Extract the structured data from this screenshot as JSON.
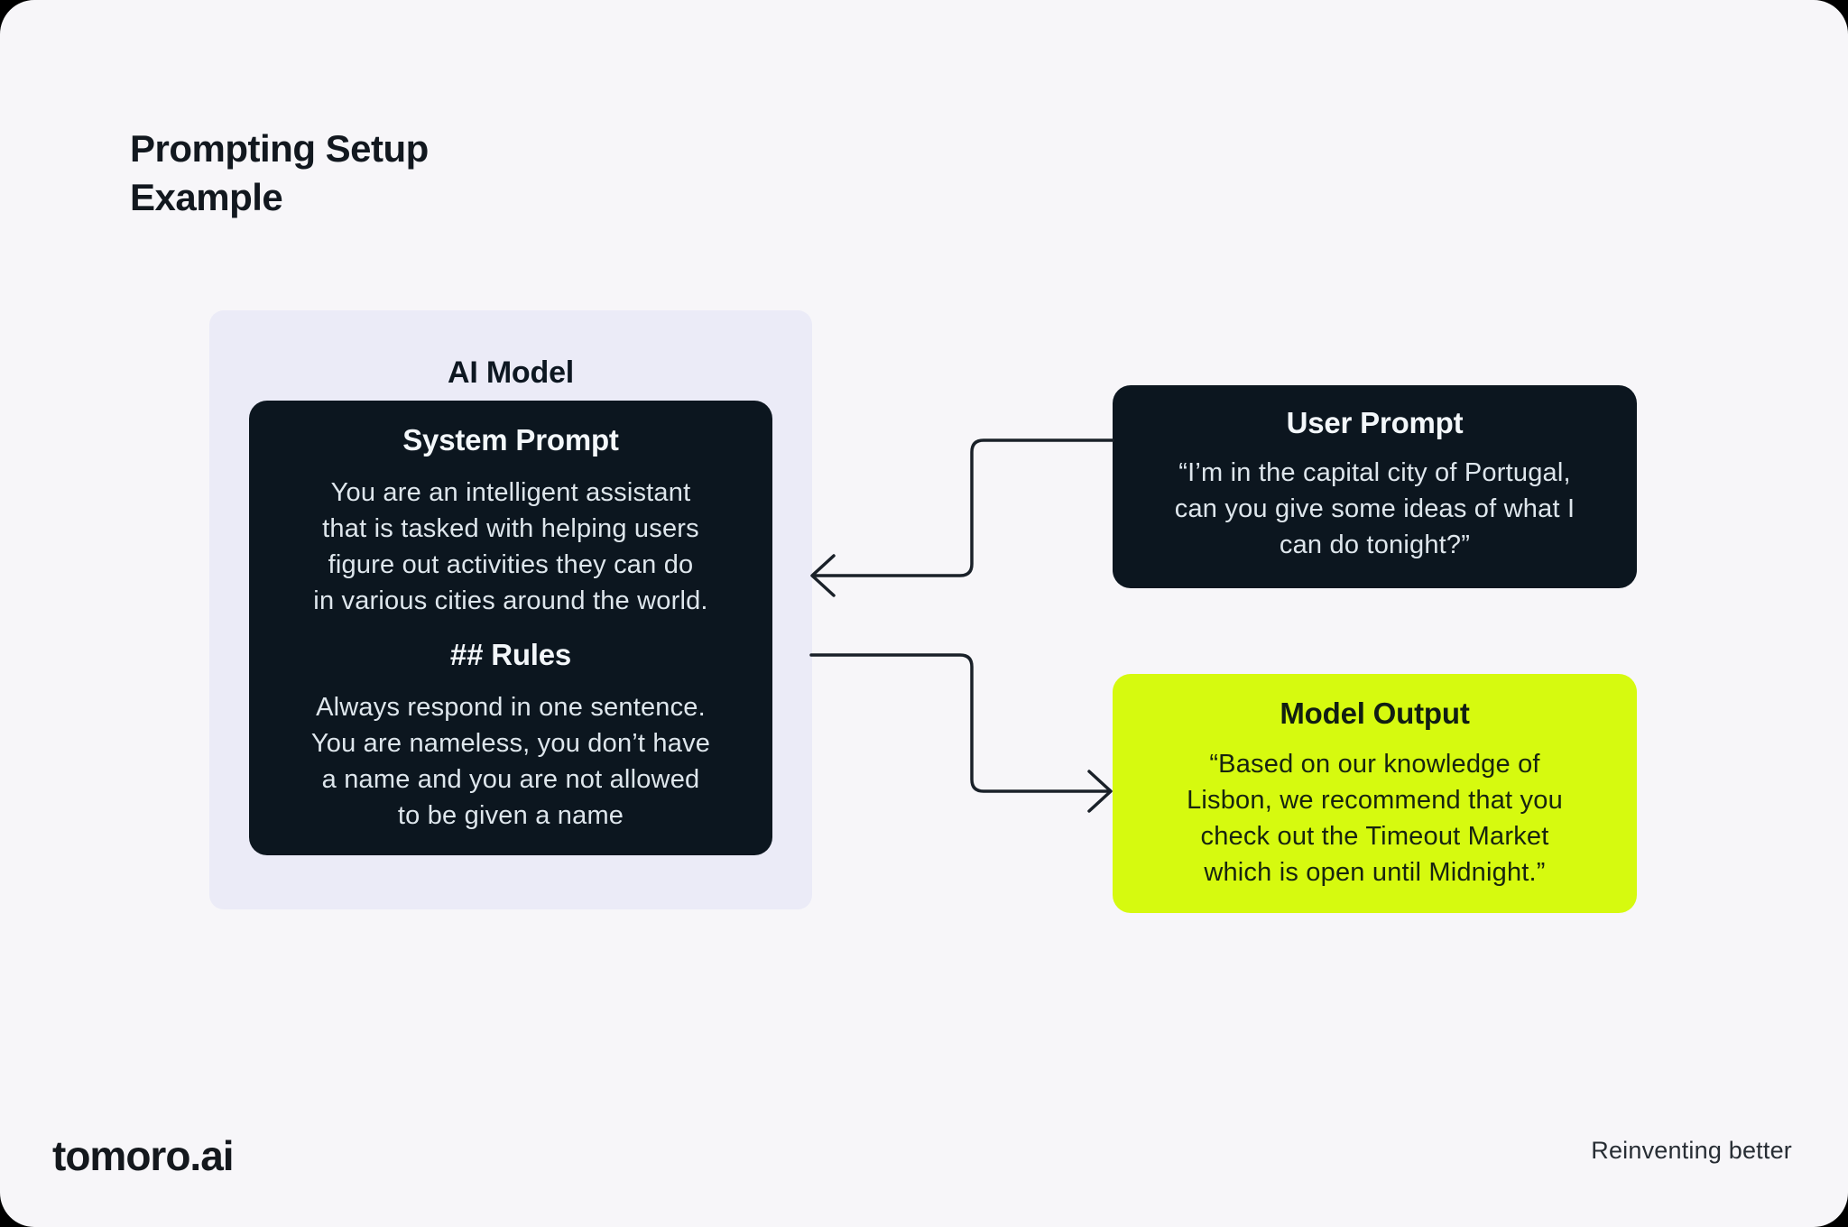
{
  "page": {
    "title": "Prompting Setup\nExample",
    "footer_logo": "tomoro.ai",
    "footer_tagline": "Reinventing better"
  },
  "diagram": {
    "ai_model": {
      "label": "AI Model",
      "system_prompt": {
        "heading": "System Prompt",
        "body": "You are an intelligent assistant\nthat is tasked with helping users\nfigure out activities they can do\nin various cities around the world.",
        "rules_heading": "## Rules",
        "rules_body": "Always respond in one sentence.\nYou are nameless, you don’t have\na name and you are not allowed\nto be given a name"
      }
    },
    "user_prompt": {
      "heading": "User Prompt",
      "body": "“I’m in the capital city of Portugal,\ncan you give some ideas of what I\ncan do tonight?”"
    },
    "model_output": {
      "heading": "Model Output",
      "body": "“Based on our knowledge of\nLisbon, we recommend that you\ncheck out the Timeout Market\nwhich is open until Midnight.”"
    },
    "connections": [
      {
        "from": "user_prompt",
        "to": "ai_model"
      },
      {
        "from": "ai_model",
        "to": "model_output"
      }
    ],
    "colors": {
      "canvas_background": "#F7F6F9",
      "ai_panel_background": "#EBEBF7",
      "dark_card_background": "#0C161F",
      "model_output_background": "#D6FA0F",
      "arrow_stroke": "#1A2129",
      "title_text": "#12181F"
    }
  }
}
